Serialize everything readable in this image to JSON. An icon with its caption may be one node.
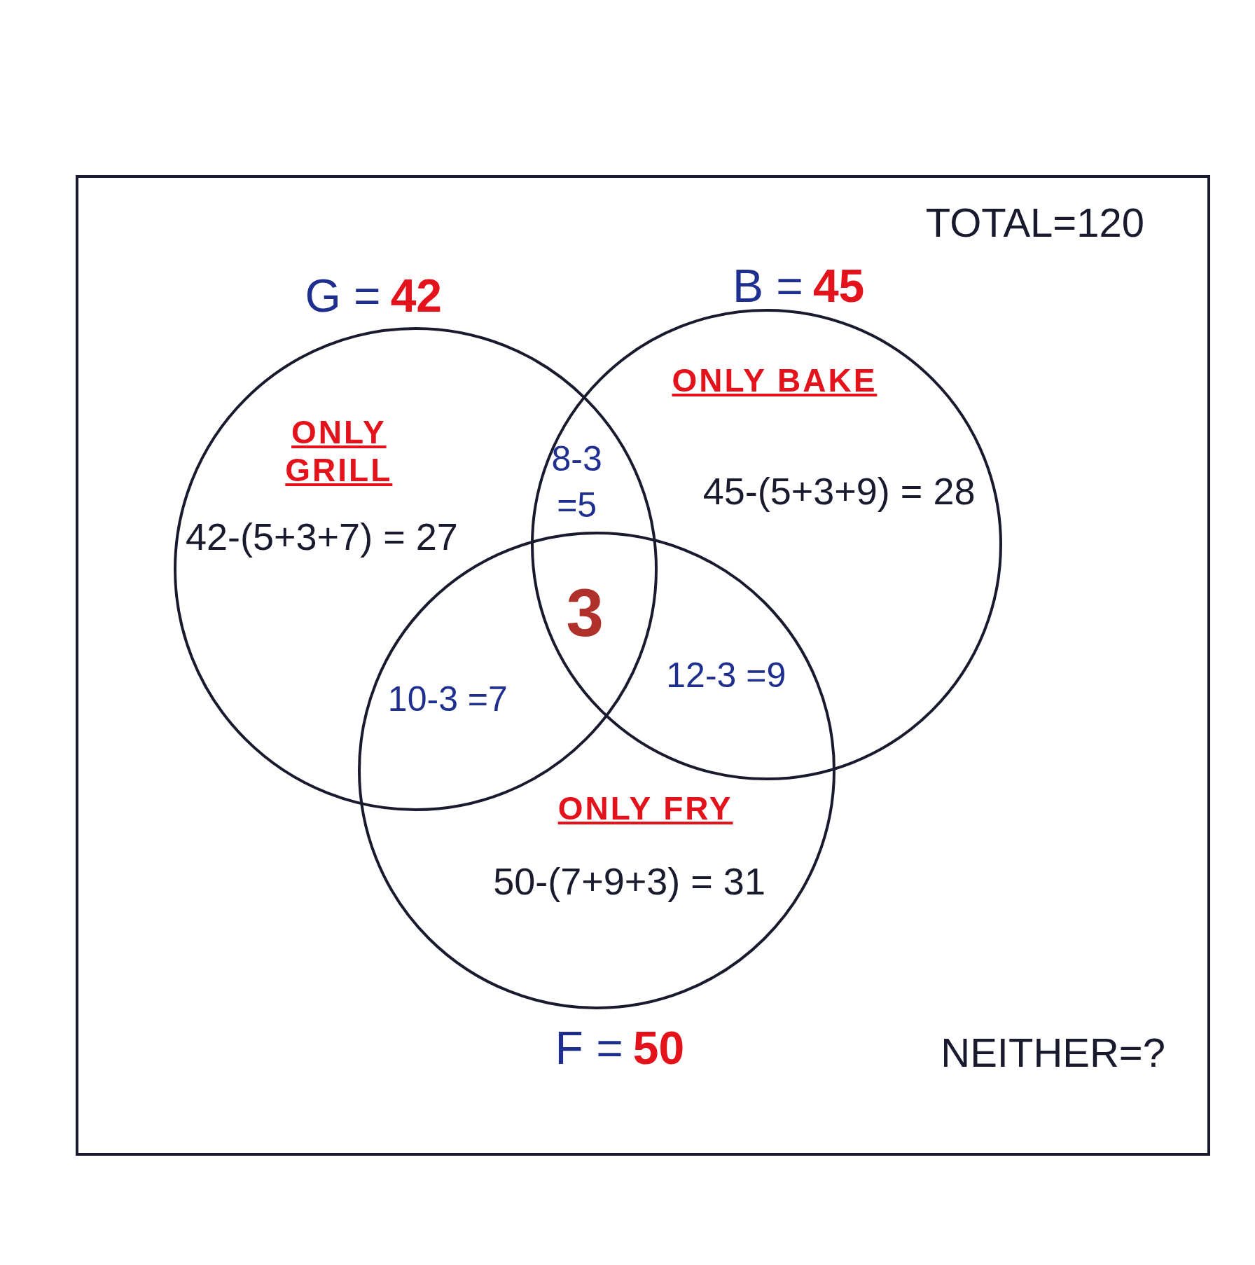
{
  "diagram": {
    "nodes": [
      {
        "text": [
          "TOTAL=120",
          "NEITHER=?"
        ]
      },
      {
        "text": [
          "G =",
          "42"
        ],
        "in": 0
      },
      {
        "text": [
          "B =",
          "45"
        ],
        "in": 0
      },
      {
        "text": [
          "F =",
          "50"
        ],
        "in": 0
      }
    ],
    "edges": [],
    "labels": [
      "ONLY GRILL",
      "42-(5+3+7) = 27",
      "8-3 =5",
      "ONLY BAKE",
      "45-(5+3+9) = 28",
      "3",
      "10-3 =7",
      "12-3 =9",
      "ONLY FRY",
      "50-(7+9+3) = 31"
    ]
  }
}
